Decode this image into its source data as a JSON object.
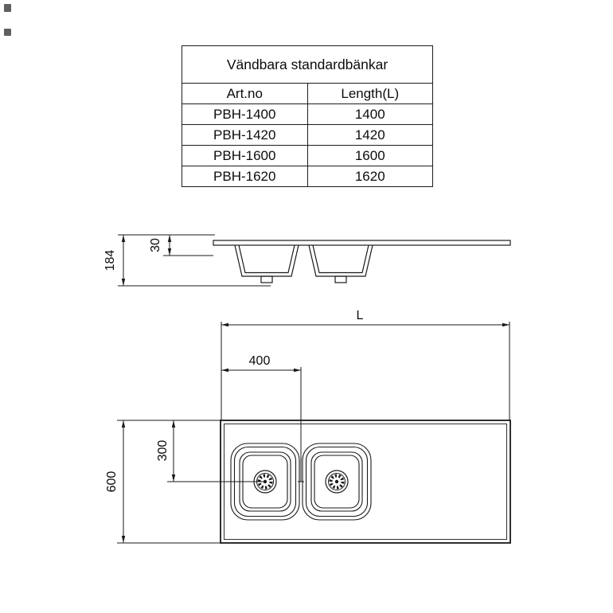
{
  "table": {
    "title": "Vändbara standardbänkar",
    "columns": [
      "Art.no",
      "Length(L)"
    ],
    "rows": [
      {
        "art_no": "PBH-1400",
        "length": "1400"
      },
      {
        "art_no": "PBH-1420",
        "length": "1420"
      },
      {
        "art_no": "PBH-1600",
        "length": "1600"
      },
      {
        "art_no": "PBH-1620",
        "length": "1620"
      }
    ]
  },
  "side_view": {
    "dim_30": "30",
    "dim_184": "184"
  },
  "top_view": {
    "dim_length": "L",
    "dim_400": "400",
    "dim_300": "300",
    "dim_600": "600"
  },
  "colors": {
    "line": "#1a1a1a",
    "background": "#ffffff"
  }
}
